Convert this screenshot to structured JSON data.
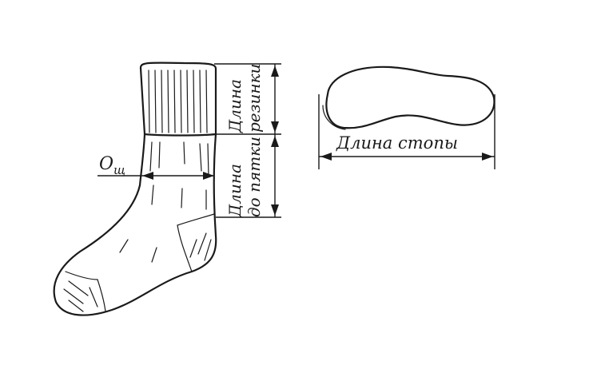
{
  "labels": {
    "circumference_symbol": "О",
    "circumference_subscript": "щ",
    "cuff_length_line1": "Длина",
    "cuff_length_line2": "резинки",
    "heel_length_line1": "Длина",
    "heel_length_line2": "до пятки",
    "foot_length": "Длина стопы"
  },
  "colors": {
    "ink": "#1a1a1a",
    "background": "#ffffff"
  }
}
